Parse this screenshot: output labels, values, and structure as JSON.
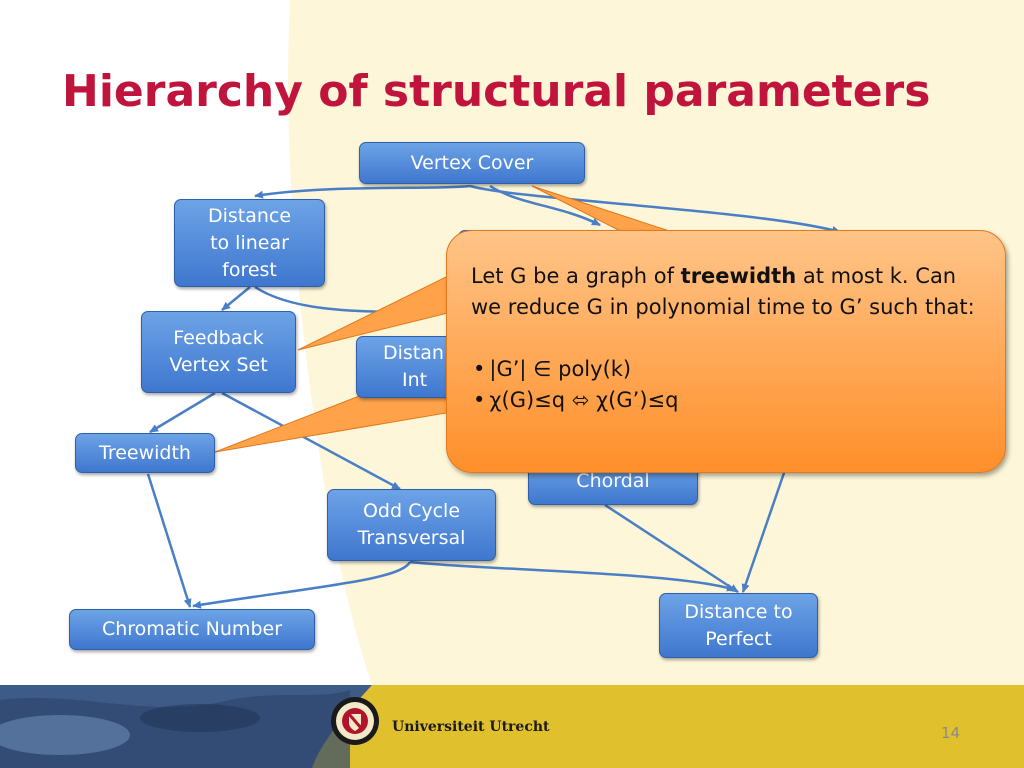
{
  "slide": {
    "title": "Hierarchy of structural parameters",
    "page_number": "14",
    "university": "Universiteit Utrecht"
  },
  "colors": {
    "title": "#c0143c",
    "node_fill": "#4f86d8",
    "edge": "#4a7fc6",
    "callout_fill": "#ffa24a",
    "background_cream": "#fdf6d8",
    "footer_gold": "#e0c12d"
  },
  "nodes": {
    "vertex_cover": "Vertex Cover",
    "distance_linear_forest": [
      "Distance",
      "to linear",
      "forest"
    ],
    "feedback_vertex_set": [
      "Feedback",
      "Vertex Set"
    ],
    "distance_interval": [
      "Distan",
      "Int"
    ],
    "treewidth": "Treewidth",
    "odd_cycle_transversal": [
      "Odd Cycle",
      "Transversal"
    ],
    "chordal": "Chordal",
    "chromatic_number": "Chromatic Number",
    "distance_perfect": [
      "Distance to",
      "Perfect"
    ]
  },
  "callout": {
    "line1_pre": "Let G be a graph of ",
    "line1_bold": "treewidth",
    "line1_post": " at most k. Can we reduce G in polynomial time to G’ such that:",
    "bullets": [
      "|G’| ∈ poly(k)",
      "χ(G)≤q ⬄ χ(G’)≤q"
    ]
  }
}
